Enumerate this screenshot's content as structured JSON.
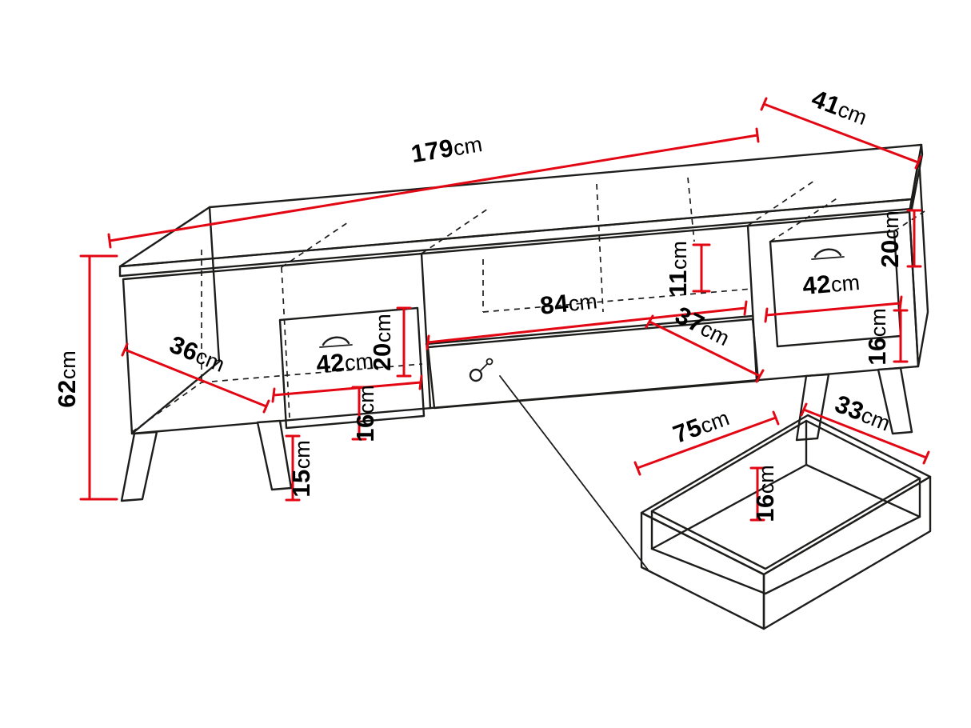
{
  "diagram": {
    "unit": "cm",
    "colors": {
      "dimension_lines": "#e30613",
      "outline": "#1d1d1b",
      "background": "#ffffff"
    }
  },
  "dims": {
    "total_width": {
      "value": "179",
      "unit": "cm"
    },
    "total_depth": {
      "value": "41",
      "unit": "cm"
    },
    "total_height": {
      "value": "62",
      "unit": "cm"
    },
    "left_niche_depth": {
      "value": "36",
      "unit": "cm"
    },
    "left_drawer_width": {
      "value": "42",
      "unit": "cm"
    },
    "left_drawer_front_height": {
      "value": "20",
      "unit": "cm"
    },
    "left_drawer_box_height": {
      "value": "16",
      "unit": "cm"
    },
    "leg_height": {
      "value": "15",
      "unit": "cm"
    },
    "niche_width": {
      "value": "84",
      "unit": "cm"
    },
    "niche_depth": {
      "value": "37",
      "unit": "cm"
    },
    "niche_back_height": {
      "value": "11",
      "unit": "cm"
    },
    "right_drawer_front_height": {
      "value": "20",
      "unit": "cm"
    },
    "right_drawer_width": {
      "value": "42",
      "unit": "cm"
    },
    "right_drawer_box_height": {
      "value": "16",
      "unit": "cm"
    },
    "drawer_inner_length": {
      "value": "75",
      "unit": "cm"
    },
    "drawer_inner_depth": {
      "value": "33",
      "unit": "cm"
    },
    "drawer_inner_height": {
      "value": "16",
      "unit": "cm"
    }
  }
}
